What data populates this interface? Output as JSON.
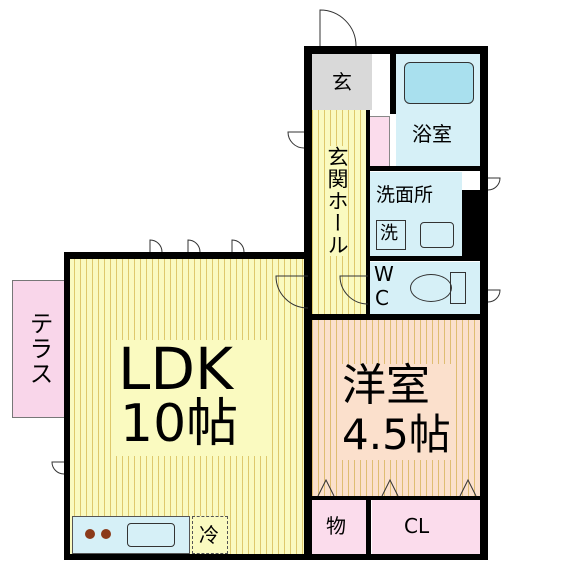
{
  "rooms": {
    "ldk": {
      "name": "LDK",
      "size": "10帖",
      "color": "#fafac0"
    },
    "western": {
      "name": "洋室",
      "size": "4.5帖",
      "color": "#fbe0cc"
    },
    "entrance": {
      "name": "玄",
      "color": "#d9d9d9"
    },
    "hall": {
      "name": "玄関ホール",
      "color": "#fafac0"
    },
    "bath": {
      "name": "浴室",
      "color": "#d6f0f7"
    },
    "washroom": {
      "name": "洗面所",
      "color": "#d6f0f7"
    },
    "washer": {
      "name": "洗"
    },
    "wc": {
      "name_w": "W",
      "name_c": "C",
      "color": "#d6f0f7"
    },
    "storage": {
      "name": "物",
      "color": "#fbdcec"
    },
    "closet": {
      "name": "CL",
      "color": "#fbdcec"
    },
    "terrace": {
      "name": "テラス",
      "color": "#f9d6ea"
    },
    "fridge": {
      "name": "冷"
    }
  }
}
